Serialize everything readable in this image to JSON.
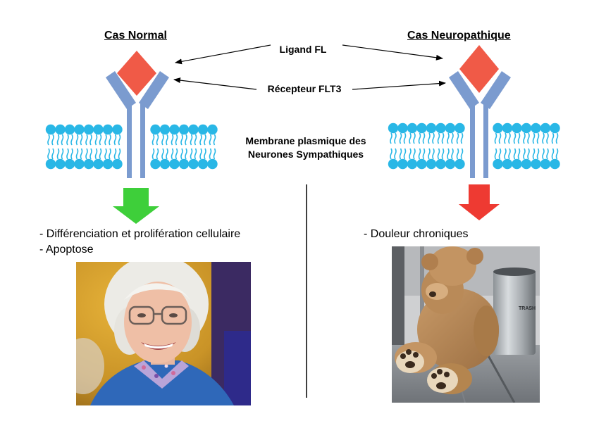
{
  "left_panel": {
    "title": "Cas Normal",
    "outcome_lines": [
      "- Différenciation et prolifération cellulaire",
      "- Apoptose"
    ],
    "arrow_color": "#3ecf3a",
    "photo": "elderly-woman-smiling-photo"
  },
  "right_panel": {
    "title": "Cas Neuropathique",
    "outcome_lines": [
      "- Douleur chroniques"
    ],
    "arrow_color": "#ee3a32",
    "photo": "sad-teddy-bear-photo",
    "bin_text": "TRASH"
  },
  "center": {
    "ligand_label": "Ligand FL",
    "receptor_label": "Récepteur FLT3",
    "membrane_label_line1": "Membrane plasmique des",
    "membrane_label_line2": "Neurones Sympathiques"
  },
  "colors": {
    "ligand": "#f05a47",
    "receptor": "#7b9bcf",
    "lipid": "#29b7e6"
  }
}
